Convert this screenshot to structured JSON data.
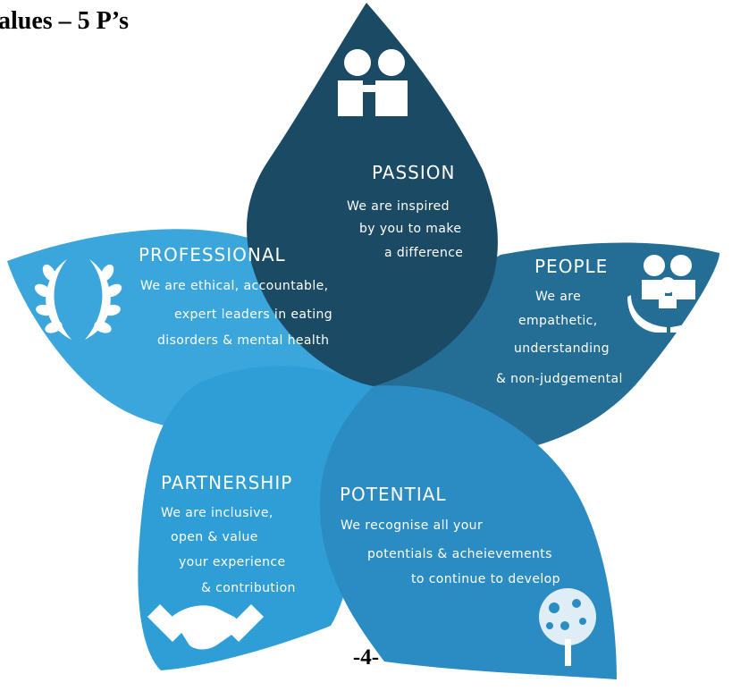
{
  "title": "alues – 5 P’s",
  "page_number": "-4-",
  "colors": {
    "passion": "#1b4b64",
    "people": "#246e96",
    "professional": "#3aa6dc",
    "partnership": "#2f9dd6",
    "potential": "#2b8cc4"
  },
  "petals": {
    "passion": {
      "heading": "PASSION",
      "lines": [
        "We are inspired",
        "by you to make",
        "a difference"
      ],
      "icon": "two-people-hug-icon"
    },
    "people": {
      "heading": "PEOPLE",
      "lines": [
        "We are",
        "empathetic,",
        "understanding",
        "& non-judgemental"
      ],
      "icon": "hands-holding-family-icon"
    },
    "professional": {
      "heading": "PROFESSIONAL",
      "lines": [
        "We are ethical, accountable,",
        "expert leaders in eating",
        "disorders & mental health"
      ],
      "icon": "laurel-wreath-icon"
    },
    "partnership": {
      "heading": "PARTNERSHIP",
      "lines": [
        "We are inclusive,",
        "open & value",
        "your experience",
        "& contribution"
      ],
      "icon": "handshake-icon"
    },
    "potential": {
      "heading": "POTENTIAL",
      "lines": [
        "We recognise all your",
        "potentials & acheievements",
        "to continue to develop"
      ],
      "icon": "tree-icon"
    }
  }
}
